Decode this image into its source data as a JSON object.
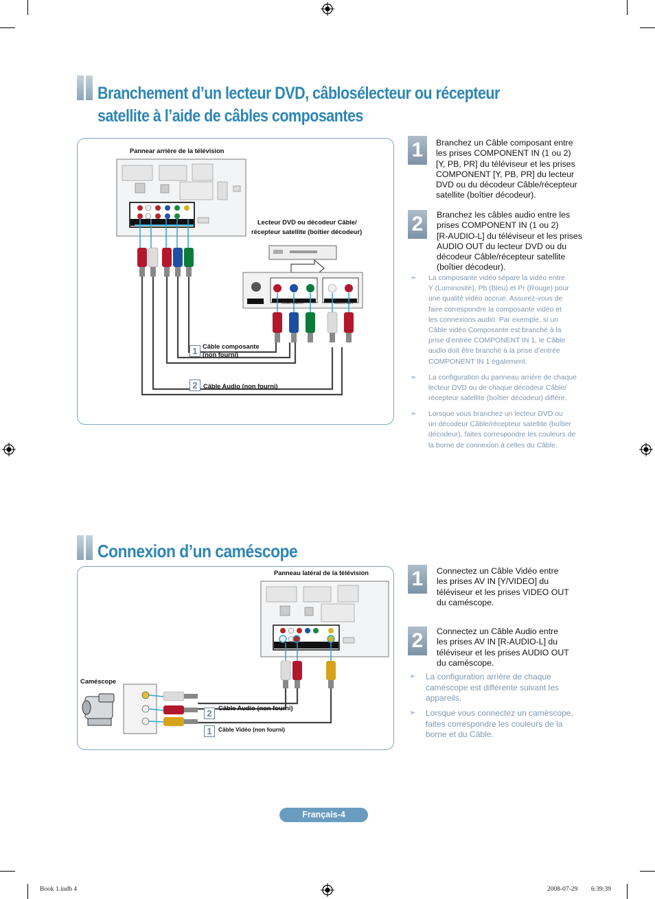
{
  "section1": {
    "title_line1": "Branchement d’un lecteur DVD, câblosélecteur ou récepteur",
    "title_line2": "satellite à l’aide de câbles composantes",
    "diagram": {
      "tv_label": "Pannear arrière de la télévision",
      "dvd_label_line1": "Lecteur DVD ou décodeur Câble/",
      "dvd_label_line2": "récepteur satellite (boîtier décodeur)",
      "cable1_num": "1",
      "cable1_label_line1": "Câble composante",
      "cable1_label_line2": "(non fourni)",
      "cable2_num": "2",
      "cable2_label": "Câble Audio (non fourni)",
      "dvd_jack_labels": [
        "S-VIDEO",
        "COMPONENT",
        "AUDIO OUT"
      ]
    },
    "steps": [
      {
        "num": "1",
        "lines": [
          "Branchez un Câble composant entre",
          "les prises COMPONENT IN (1 ou 2)",
          "[Y, PB, PR] du téléviseur et les prises",
          "COMPONENT [Y, PB, PR] du lecteur",
          "DVD ou du décodeur Câble/récepteur",
          "satellite (boîtier décodeur)."
        ]
      },
      {
        "num": "2",
        "lines": [
          "Branchez les câbles audio entre les",
          "prises COMPONENT IN (1 ou 2)",
          "[R-AUDIO-L] du téléviseur et les prises",
          "AUDIO OUT du lecteur DVD ou du",
          "décodeur Câble/récepteur satellite",
          "(boîtier décodeur)."
        ]
      }
    ],
    "notes": [
      {
        "mark": "➣",
        "lines": [
          "La composante vidéo sépare la vidéo entre",
          "Y (Luminosité), Pb (Bleu) et Pr (Rouge) pour",
          "une qualité vidéo accrue. Assurez-vous de",
          "faire correspondre la composante vidéo et",
          "les connexions audio. Par exemple, si un",
          "Câble vidéo Composante est branché à la",
          "prise d’entrée COMPONENT IN 1, le Câble",
          "audio doit être branché à la prise d’entrée",
          "COMPONENT IN 1 également."
        ]
      },
      {
        "mark": "➣",
        "lines": [
          "La configuration du panneau arrière de chaque",
          "lecteur DVD ou de chaque décodeur Câble/",
          "récepteur satellite (boîtier décodeur) diffère."
        ]
      },
      {
        "mark": "➣",
        "lines": [
          "Lorsque vous branchez un lecteur DVD ou",
          "un décodeur Câble/récepteur satellite (boîtier",
          "décodeur), faites correspondre les couleurs de",
          "la borne de connexion à celles du Câble."
        ]
      }
    ]
  },
  "section2": {
    "title": "Connexion d’un caméscope",
    "diagram": {
      "tv_label": "Panneau latéral de la télévision",
      "camcorder_label": "Caméscope",
      "cable2_num": "2",
      "cable2_label": "Câble Audio (non fourni)",
      "cable1_num": "1",
      "cable1_label": "Câble Vidéo (non fourni)"
    },
    "steps": [
      {
        "num": "1",
        "lines": [
          "Connectez un Câble Vidéo entre",
          "les prises AV IN [Y/VIDEO] du",
          "téléviseur et les prises VIDEO OUT",
          "du caméscope."
        ]
      },
      {
        "num": "2",
        "lines": [
          "Connectez un Câble Audio entre",
          "les prises AV IN [R-AUDIO-L] du",
          "téléviseur et les prises AUDIO OUT",
          "du caméscope."
        ]
      }
    ],
    "notes": [
      {
        "mark": "➣",
        "lines": [
          "La configuration arrière de chaque",
          "caméscope est différente suivant les",
          "appareils."
        ]
      },
      {
        "mark": "➣",
        "lines": [
          "Lorsque vous connectez un caméscope,",
          "faites correspondre les couleurs de la",
          "borne et du Câble."
        ]
      }
    ]
  },
  "footer": {
    "page_label": "Français-4",
    "slug_left": "Book 1.indb   4",
    "slug_right": "2008-07-29   ￿￿ 6:39:39"
  },
  "colors": {
    "title_blue": "#2d86b4",
    "note_blue": "#7e98b0",
    "panel_border": "#7fa6c2",
    "plug_red": "#b3172b",
    "plug_blue": "#1d4fa3",
    "plug_green": "#0d7a3c",
    "plug_white": "#d9d9d9",
    "plug_yellow": "#d6a21a"
  },
  "icons": [
    "registration-mark-icon",
    "note-arrow-icon",
    "dvd-player-icon",
    "camcorder-icon"
  ]
}
